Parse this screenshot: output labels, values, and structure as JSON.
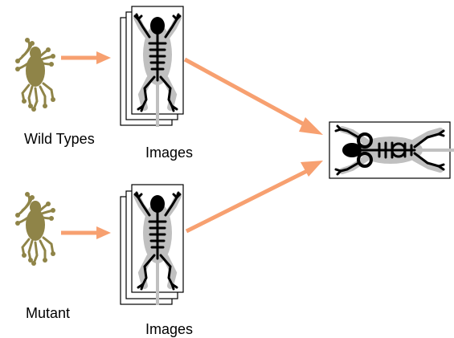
{
  "labels": {
    "wild_types": "Wild Types",
    "images_top": "Images",
    "mutant": "Mutant",
    "images_bottom": "Images"
  },
  "colors": {
    "arrow": "#f7a070",
    "frog": "#8f8448",
    "body_fill": "#c0c0c0",
    "skeleton": "#000000",
    "page_border": "#000000"
  }
}
